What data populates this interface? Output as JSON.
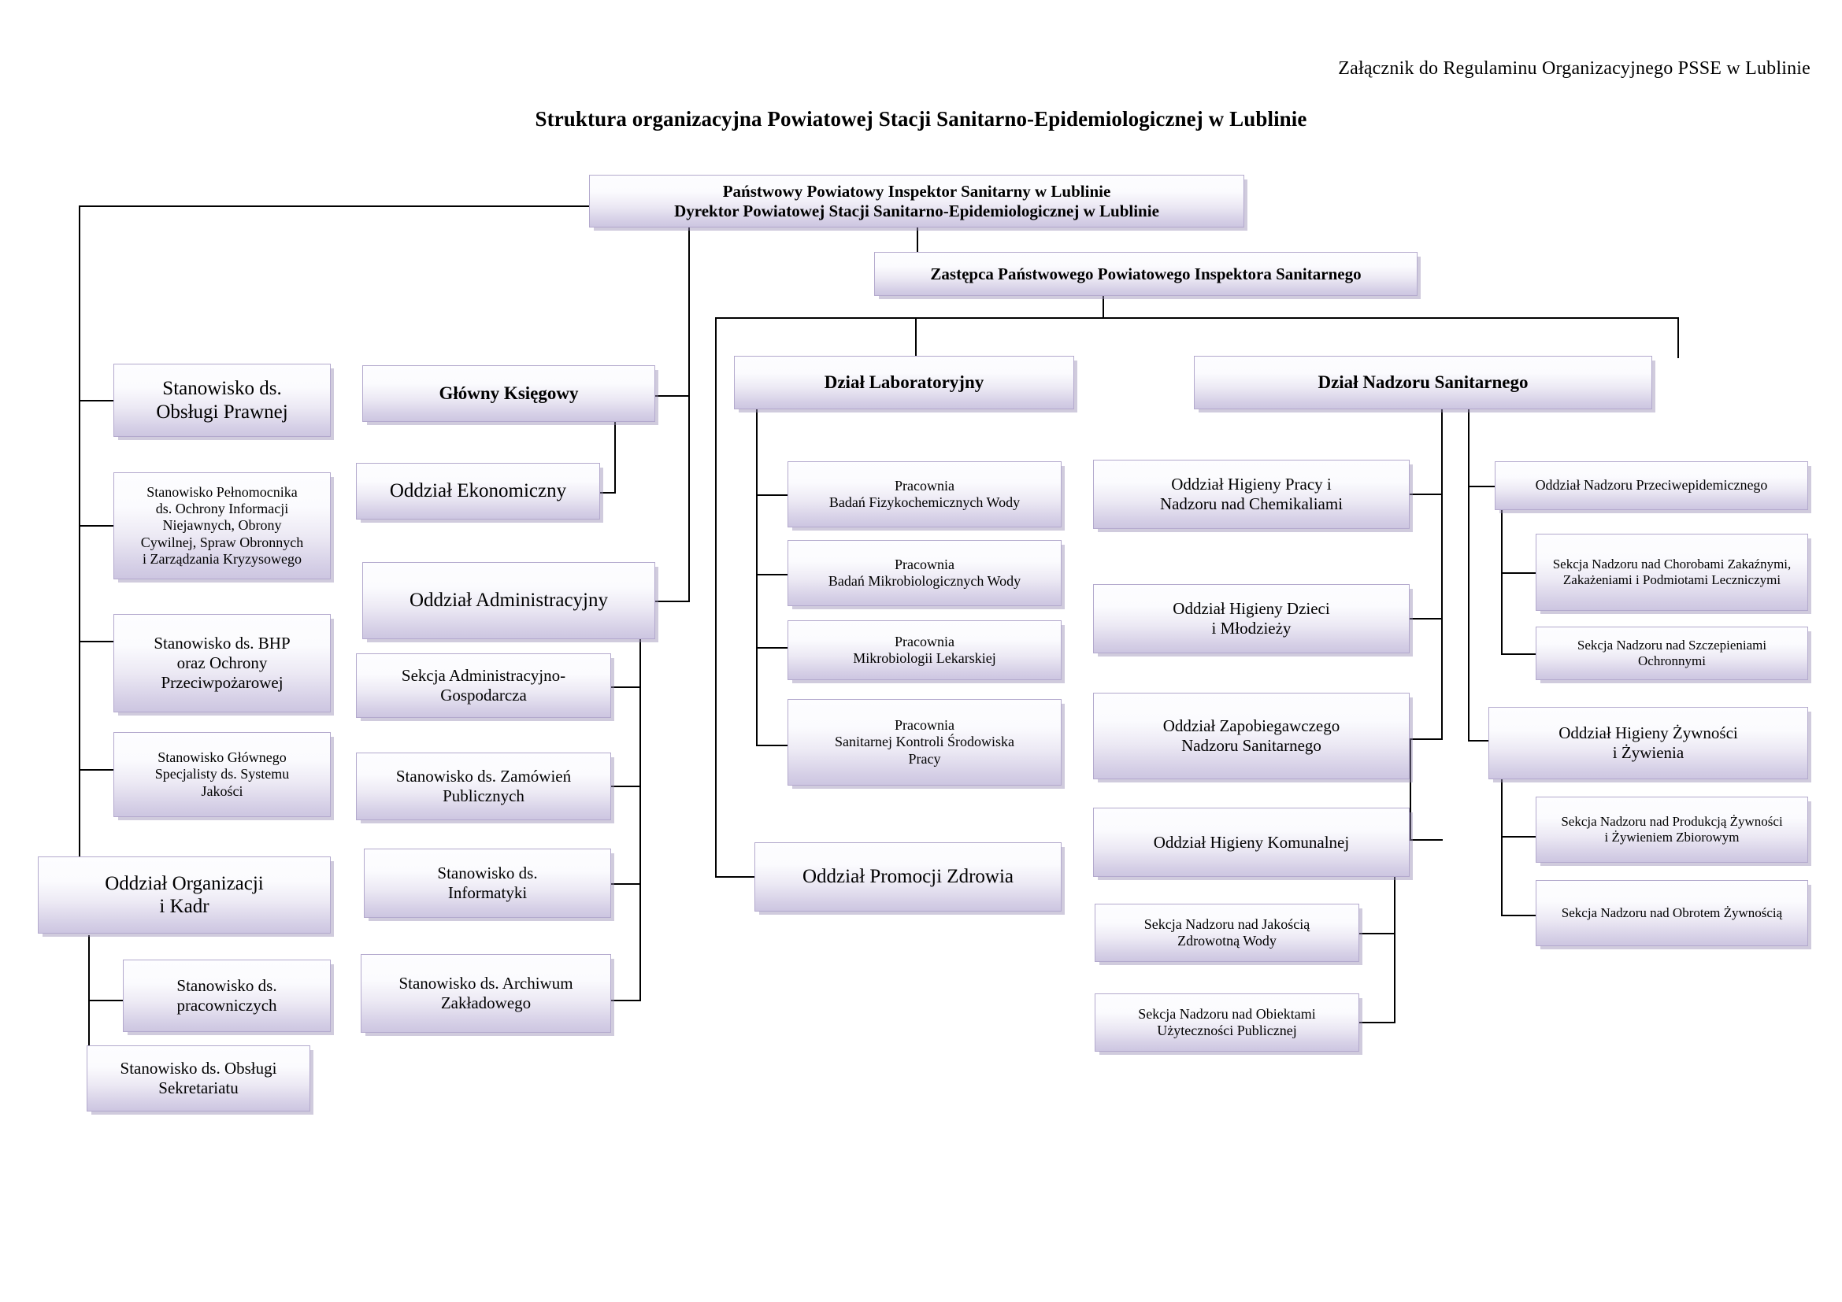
{
  "document": {
    "header_note": "Załącznik do Regulaminu Organizacyjnego PSSE w Lublinie",
    "title": "Struktura organizacyjna Powiatowej Stacji Sanitarno-Epidemiologicznej w Lublinie"
  },
  "colors": {
    "box_border": "#b3a9cd",
    "box_fill_top": "#fdfdff",
    "box_fill_bottom": "#cdc6e1",
    "connector": "#000000",
    "text": "#000000"
  },
  "chart_data": {
    "type": "diagram",
    "title": "Struktura organizacyjna Powiatowej Stacji Sanitarno-Epidemiologicznej w Lublinie",
    "orientation": "top-down organizational chart",
    "nodes": {
      "director": "Państwowy Powiatowy Inspektor Sanitarny w Lublinie\nDyrektor Powiatowej Stacji Sanitarno-Epidemiologicznej w Lublinie",
      "deputy": "Zastępca Państwowego Powiatowego Inspektora Sanitarnego",
      "legal": "Stanowisko ds.\nObsługi Prawnej",
      "plenipotentiary": "Stanowisko Pełnomocnika\nds. Ochrony Informacji\nNiejawnych,  Obrony\nCywilnej, Spraw Obronnych\ni Zarządzania Kryzysowego",
      "bhp": "Stanowisko ds. BHP\noraz Ochrony\nPrzeciwpożarowej",
      "quality": "Stanowisko Głównego\nSpecjalisty ds. Systemu\nJakości",
      "org_personnel": "Oddział Organizacji\ni Kadr",
      "employee_affairs": "Stanowisko ds.\npracowniczych",
      "secretariat": "Stanowisko ds. Obsługi\nSekretariatu",
      "chief_accountant": "Główny Księgowy",
      "economic_dept": "Oddział Ekonomiczny",
      "admin_dept": "Oddział Administracyjny",
      "admin_section": "Sekcja Administracyjno-\nGospodarcza",
      "public_procurement": "Stanowisko ds. Zamówień\nPublicznych",
      "it": "Stanowisko ds.\nInformatyki",
      "archive": "Stanowisko ds. Archiwum\nZakładowego",
      "lab_dept": "Dział Laboratoryjny",
      "lab_physchem_water": "Pracownia\nBadań Fizykochemicznych Wody",
      "lab_micro_water": "Pracownia\nBadań Mikrobiologicznych Wody",
      "lab_medical_micro": "Pracownia\nMikrobiologii Lekarskiej",
      "lab_env_control": "Pracownia\nSanitarnej Kontroli Środowiska\nPracy",
      "health_promotion": "Oddział Promocji Zdrowia",
      "sanitary_supervision_dept": "Dział Nadzoru Sanitarnego",
      "work_hygiene": "Oddział Higieny Pracy i\nNadzoru nad Chemikaliami",
      "child_hygiene": "Oddział Higieny Dzieci\ni Młodzieży",
      "preventive_supervision": "Oddział Zapobiegawczego\nNadzoru Sanitarnego",
      "communal_hygiene": "Oddział Higieny Komunalnej",
      "water_quality_section": "Sekcja Nadzoru nad Jakością\nZdrowotną Wody",
      "public_facilities_section": "Sekcja Nadzoru nad Obiektami\nUżyteczności Publicznej",
      "epidemic_supervision": "Oddział Nadzoru Przeciwepidemicznego",
      "infectious_diseases_section": "Sekcja Nadzoru nad Chorobami Zakaźnymi,\nZakażeniami i Podmiotami Leczniczymi",
      "vaccination_section": "Sekcja  Nadzoru nad Szczepieniami\nOchronnymi",
      "food_hygiene": "Oddział Higieny Żywności\ni Żywienia",
      "food_production_section": "Sekcja Nadzoru nad Produkcją Żywności\ni Żywieniem Zbiorowym",
      "food_trade_section": "Sekcja Nadzoru nad Obrotem Żywnością"
    },
    "edges": [
      [
        "director",
        "deputy"
      ],
      [
        "director",
        "legal"
      ],
      [
        "director",
        "plenipotentiary"
      ],
      [
        "director",
        "bhp"
      ],
      [
        "director",
        "quality"
      ],
      [
        "director",
        "org_personnel"
      ],
      [
        "director",
        "chief_accountant"
      ],
      [
        "director",
        "admin_dept"
      ],
      [
        "org_personnel",
        "employee_affairs"
      ],
      [
        "org_personnel",
        "secretariat"
      ],
      [
        "chief_accountant",
        "economic_dept"
      ],
      [
        "admin_dept",
        "admin_section"
      ],
      [
        "admin_dept",
        "public_procurement"
      ],
      [
        "admin_dept",
        "it"
      ],
      [
        "admin_dept",
        "archive"
      ],
      [
        "deputy",
        "lab_dept"
      ],
      [
        "deputy",
        "sanitary_supervision_dept"
      ],
      [
        "deputy",
        "health_promotion"
      ],
      [
        "lab_dept",
        "lab_physchem_water"
      ],
      [
        "lab_dept",
        "lab_micro_water"
      ],
      [
        "lab_dept",
        "lab_medical_micro"
      ],
      [
        "lab_dept",
        "lab_env_control"
      ],
      [
        "sanitary_supervision_dept",
        "work_hygiene"
      ],
      [
        "sanitary_supervision_dept",
        "child_hygiene"
      ],
      [
        "sanitary_supervision_dept",
        "preventive_supervision"
      ],
      [
        "sanitary_supervision_dept",
        "communal_hygiene"
      ],
      [
        "sanitary_supervision_dept",
        "epidemic_supervision"
      ],
      [
        "sanitary_supervision_dept",
        "food_hygiene"
      ],
      [
        "communal_hygiene",
        "water_quality_section"
      ],
      [
        "communal_hygiene",
        "public_facilities_section"
      ],
      [
        "epidemic_supervision",
        "infectious_diseases_section"
      ],
      [
        "epidemic_supervision",
        "vaccination_section"
      ],
      [
        "food_hygiene",
        "food_production_section"
      ],
      [
        "food_hygiene",
        "food_trade_section"
      ]
    ]
  }
}
